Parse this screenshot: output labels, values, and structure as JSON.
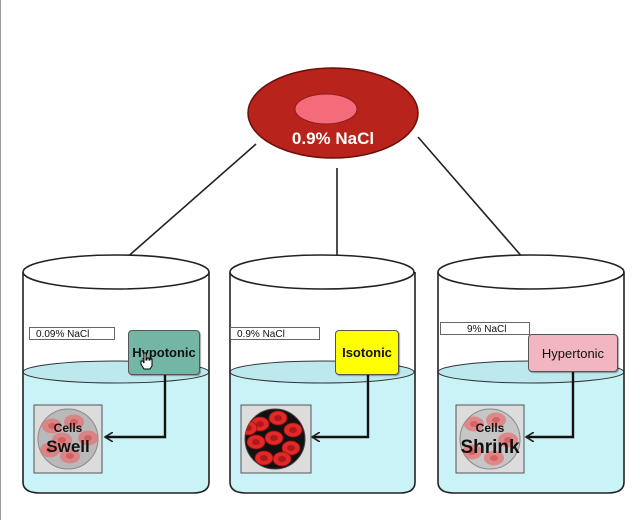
{
  "source": {
    "label": "0.9% NaCl",
    "outer_color": "#b8231c",
    "inner_color": "#f46b7a"
  },
  "water_color": "#c9f3f6",
  "beakers": [
    {
      "concentration": "0.09% NaCl",
      "tonicity": "Hypotonic",
      "button_color": "#73b6a6",
      "cell_line1": "Cells",
      "cell_line2": "Swell",
      "cursor": "hand-pointer-icon"
    },
    {
      "concentration": "0.9% NaCl",
      "tonicity": "Isotonic",
      "button_color": "#ffff00",
      "cell_line1": "",
      "cell_line2": ""
    },
    {
      "concentration": "9% NaCl",
      "tonicity": "Hypertonic",
      "button_color": "#f2b6c3",
      "cell_line1": "Cells",
      "cell_line2": "Shrink"
    }
  ]
}
